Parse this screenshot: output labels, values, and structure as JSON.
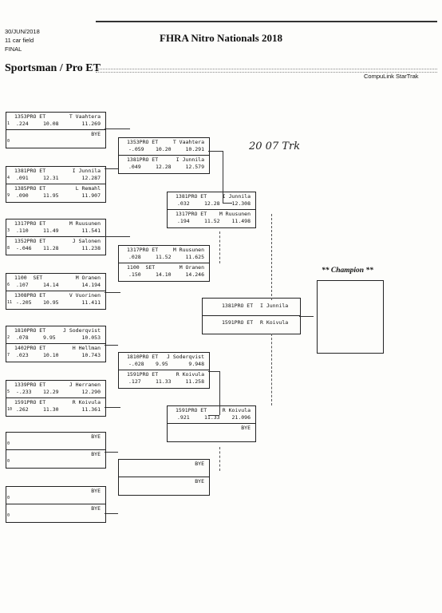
{
  "header": {
    "date": "30/JUN/2018",
    "field": "11 car field",
    "round": "FINAL",
    "event_title": "FHRA Nitro Nationals 2018",
    "category": "Sportsman / Pro ET",
    "vendor": "CompuLink StarTrak"
  },
  "handwriting": "20 07 Trk",
  "champion_label": "** Champion **",
  "round1": [
    {
      "top": {
        "car": "1353PRO ET",
        "name": "T Vaahtera",
        "lane": "1",
        "rt": ".224",
        "dial": "10.08",
        "et": "11.269"
      },
      "bot": {
        "car": "",
        "name": "BYE",
        "lane": "0",
        "rt": "",
        "dial": "",
        "et": ""
      }
    },
    {
      "top": {
        "car": "1381PRO ET",
        "name": "I Junnila",
        "lane": "4",
        "rt": ".091",
        "dial": "12.31",
        "et": "12.287"
      },
      "bot": {
        "car": "1385PRO ET",
        "name": "L Remahl",
        "lane": "9",
        "rt": ".090",
        "dial": "11.95",
        "et": "11.907"
      }
    },
    {
      "top": {
        "car": "1317PRO ET",
        "name": "M Ruusunen",
        "lane": "3",
        "rt": ".110",
        "dial": "11.49",
        "et": "11.541"
      },
      "bot": {
        "car": "1352PRO ET",
        "name": "J Salonen",
        "lane": "8",
        "rt": "-.046",
        "dial": "11.28",
        "et": "11.238"
      }
    },
    {
      "top": {
        "car": "1100  SET",
        "name": "M Oranen",
        "lane": "6",
        "rt": ".107",
        "dial": "14.14",
        "et": "14.194"
      },
      "bot": {
        "car": "1308PRO ET",
        "name": "V Vuorinen",
        "lane": "11",
        "rt": "-.205",
        "dial": "10.95",
        "et": "11.411"
      }
    },
    {
      "top": {
        "car": "1810PRO ET",
        "name": "J Soderqvist",
        "lane": "2",
        "rt": ".078",
        "dial": "9.95",
        "et": "10.053"
      },
      "bot": {
        "car": "1402PRO ET",
        "name": "H Hellman",
        "lane": "7",
        "rt": ".023",
        "dial": "10.10",
        "et": "10.743"
      }
    },
    {
      "top": {
        "car": "1339PRO ET",
        "name": "J Herranen",
        "lane": "5",
        "rt": "-.233",
        "dial": "12.29",
        "et": "12.290"
      },
      "bot": {
        "car": "1591PRO ET",
        "name": "R Koivula",
        "lane": "10",
        "rt": ".262",
        "dial": "11.30",
        "et": "11.361"
      }
    },
    {
      "top": {
        "car": "",
        "name": "BYE",
        "lane": "0",
        "rt": "",
        "dial": "",
        "et": ""
      },
      "bot": {
        "car": "",
        "name": "BYE",
        "lane": "0",
        "rt": "",
        "dial": "",
        "et": ""
      }
    },
    {
      "top": {
        "car": "",
        "name": "BYE",
        "lane": "0",
        "rt": "",
        "dial": "",
        "et": ""
      },
      "bot": {
        "car": "",
        "name": "BYE",
        "lane": "0",
        "rt": "",
        "dial": "",
        "et": ""
      }
    }
  ],
  "round2": [
    {
      "top": {
        "car": "1353PRO ET",
        "name": "T Vaahtera",
        "rt": "-.059",
        "dial": "10.20",
        "et": "10.291"
      },
      "bot": {
        "car": "1381PRO ET",
        "name": "I Junnila",
        "rt": ".049",
        "dial": "12.28",
        "et": "12.579"
      }
    },
    {
      "top": {
        "car": "1317PRO ET",
        "name": "M Ruusunen",
        "rt": ".028",
        "dial": "11.52",
        "et": "11.625"
      },
      "bot": {
        "car": "1100  SET",
        "name": "M Oranen",
        "rt": ".150",
        "dial": "14.10",
        "et": "14.246"
      }
    },
    {
      "top": {
        "car": "1810PRO ET",
        "name": "J Soderqvist",
        "rt": "-.028",
        "dial": "9.95",
        "et": "9.948"
      },
      "bot": {
        "car": "1591PRO ET",
        "name": "R Koivula",
        "rt": ".127",
        "dial": "11.33",
        "et": "11.258"
      }
    },
    {
      "top": {
        "car": "",
        "name": "BYE",
        "rt": "",
        "dial": "",
        "et": ""
      },
      "bot": {
        "car": "",
        "name": "BYE",
        "rt": "",
        "dial": "",
        "et": ""
      }
    }
  ],
  "round3": [
    {
      "top": {
        "car": "1381PRO ET",
        "name": "I Junnila",
        "rt": ".032",
        "dial": "12.28",
        "et": "12.308"
      },
      "bot": {
        "car": "1317PRO ET",
        "name": "M Ruusunen",
        "rt": ".194",
        "dial": "11.52",
        "et": "11.498"
      }
    },
    {
      "top": {
        "car": "1591PRO ET",
        "name": "R Koivula",
        "rt": ".921",
        "dial": "11.33",
        "et": "21.096"
      },
      "bot": {
        "car": "",
        "name": "BYE",
        "rt": "",
        "dial": "",
        "et": ""
      }
    }
  ],
  "final": {
    "top": {
      "car": "1381PRO ET",
      "name": "I Junnila"
    },
    "bot": {
      "car": "1591PRO ET",
      "name": "R Koivula"
    }
  }
}
